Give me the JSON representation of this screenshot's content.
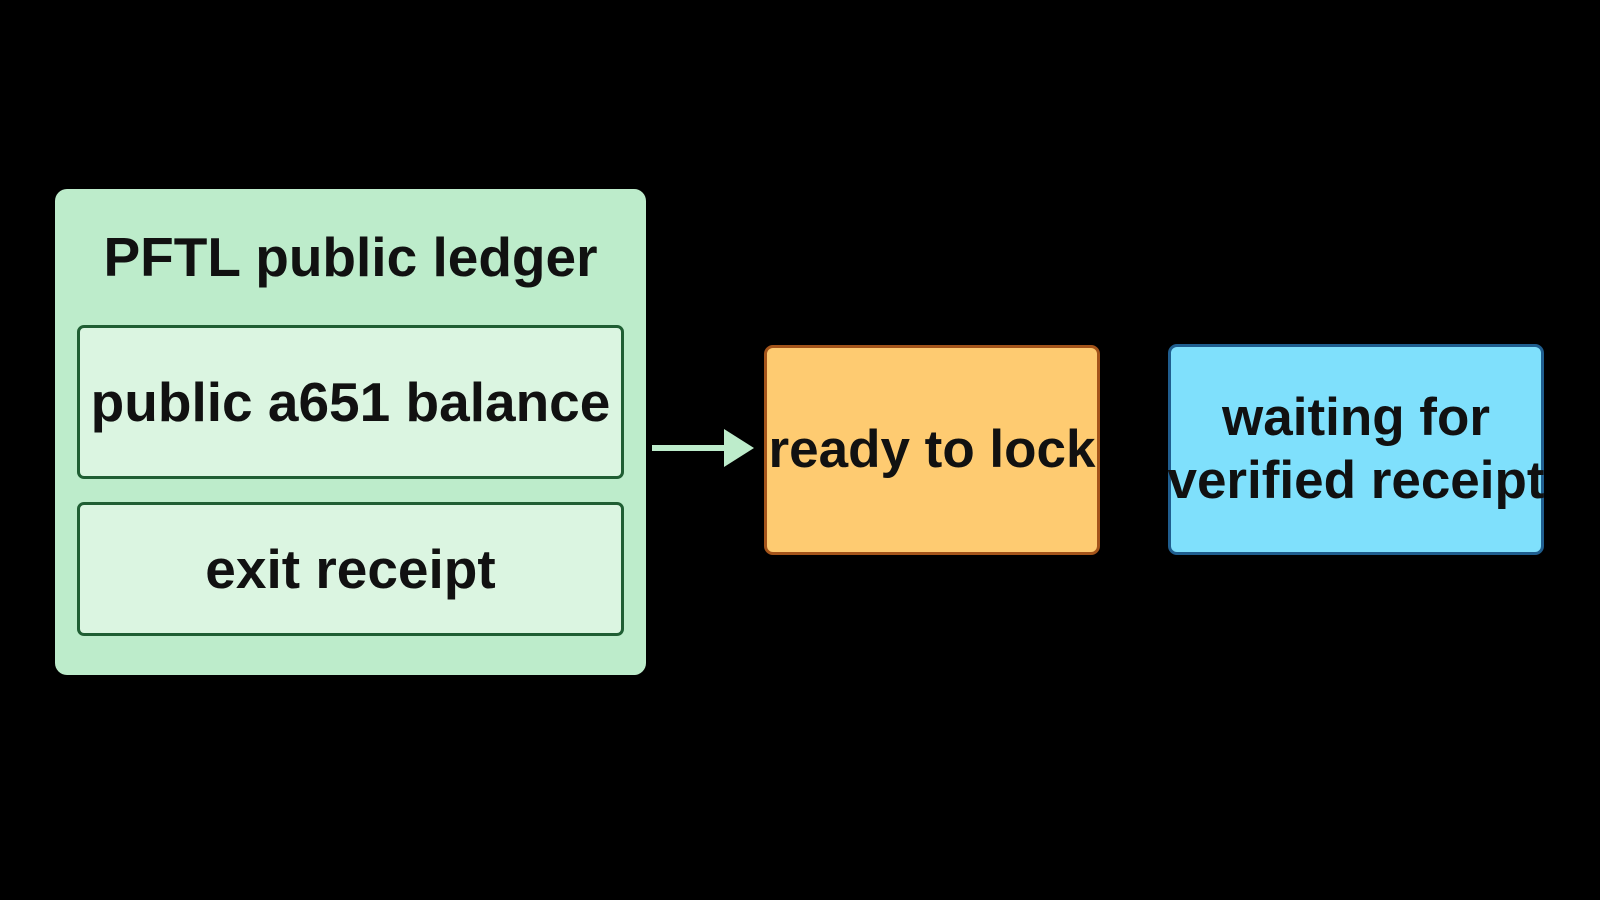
{
  "ledger": {
    "title": "PFTL public ledger",
    "balance_label": "public a651 balance",
    "receipt_label": "exit receipt"
  },
  "states": {
    "ready_label": "ready to lock",
    "waiting_line1": "waiting for",
    "waiting_line2": "verified receipt"
  },
  "colors": {
    "background": "#000000",
    "ledger_fill": "#bdeccb",
    "ledger_inner_fill": "#dbf5e1",
    "ledger_border": "#1f5e33",
    "arrow": "#bdeccb",
    "ready_fill": "#fecb71",
    "ready_border": "#a4541a",
    "waiting_fill": "#7fe0fc",
    "waiting_border": "#1f5e8f"
  }
}
